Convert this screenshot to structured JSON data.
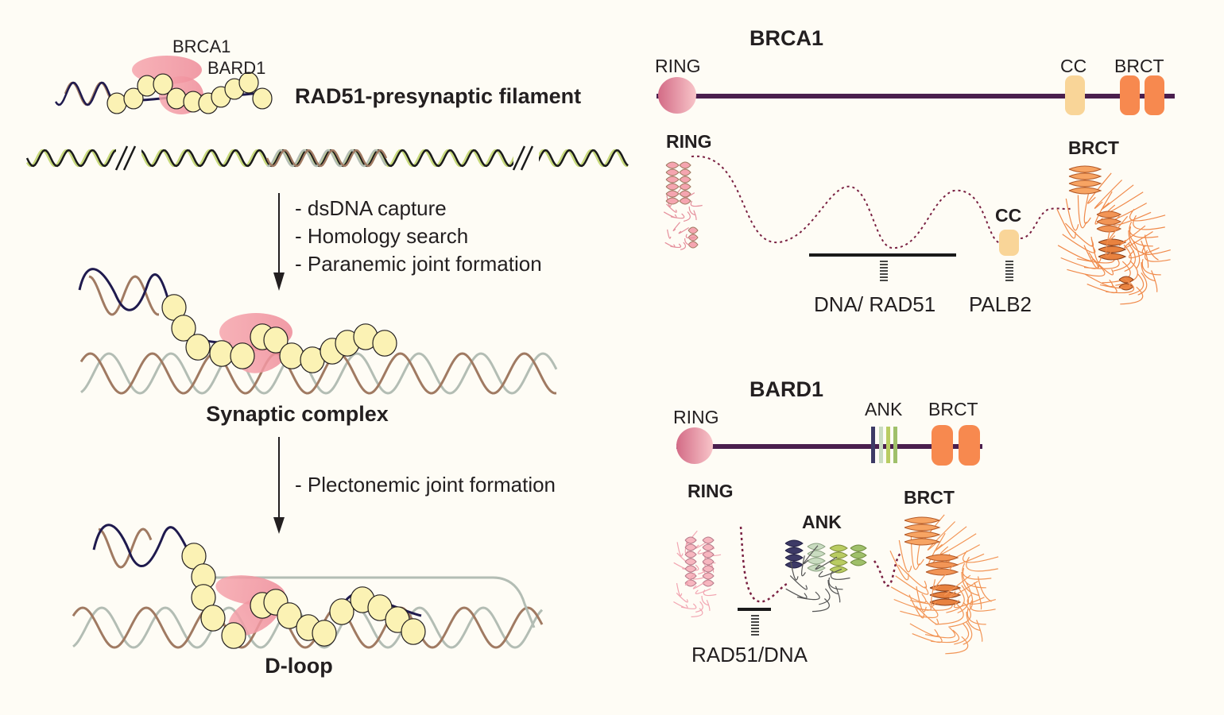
{
  "left_panel": {
    "stage1": {
      "protein_labels": [
        "BRCA1",
        "BARD1"
      ],
      "title": "RAD51-presynaptic filament"
    },
    "step1": {
      "items": [
        "- dsDNA capture",
        "- Homology search",
        "- Paranemic joint formation"
      ]
    },
    "stage2": {
      "title": "Synaptic complex"
    },
    "step2": {
      "items": [
        "- Plectonemic joint formation"
      ]
    },
    "stage3": {
      "title": "D-loop"
    }
  },
  "brca1": {
    "title": "BRCA1",
    "domains": [
      {
        "label": "RING",
        "color": "#d9798f"
      },
      {
        "label": "CC",
        "color": "#f9d598"
      },
      {
        "label": "BRCT",
        "color": "#f7894f"
      }
    ],
    "structure_labels": {
      "ring": "RING",
      "cc": "CC",
      "brct": "BRCT"
    },
    "interactions": [
      "DNA/ RAD51",
      "PALB2"
    ]
  },
  "bard1": {
    "title": "BARD1",
    "domains": [
      {
        "label": "RING",
        "color": "#d9798f"
      },
      {
        "label": "ANK",
        "colors": [
          "#3d3a66",
          "#c9dcc0",
          "#b9cc62",
          "#9fc06a"
        ]
      },
      {
        "label": "BRCT",
        "color": "#f7894f"
      }
    ],
    "structure_labels": {
      "ring": "RING",
      "ank": "ANK",
      "brct": "BRCT"
    },
    "interactions": [
      "RAD51/DNA"
    ]
  },
  "colors": {
    "background": "#fefcf5",
    "backbone": "#4a1f4e",
    "rad51": "#fbf2b4",
    "brca1_bard1_blob": "#f4a3ab",
    "ssdna": "#1f1a4e",
    "dsdna_brown": "#a07a62",
    "dsdna_grey": "#b3bdb4",
    "dsdna_green": "#c7d97a",
    "linker": "#7a2142"
  }
}
